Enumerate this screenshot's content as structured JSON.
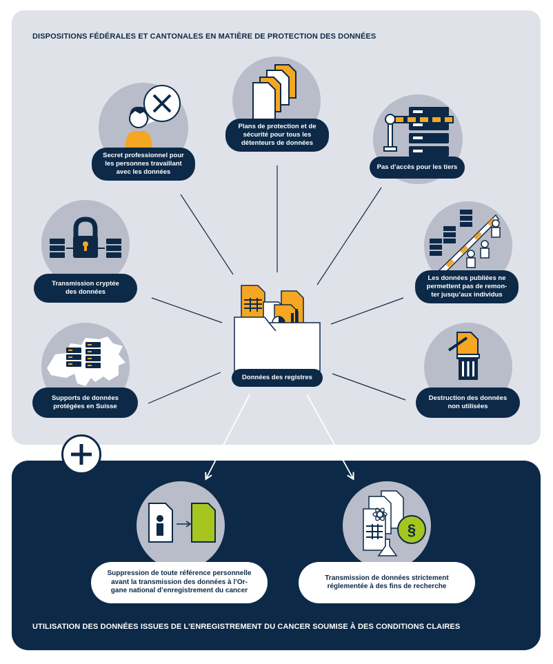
{
  "titles": {
    "top": "DISPOSITIONS FÉDÉRALES ET CANTONALES EN MATIÈRE DE PROTECTION DES DONNÉES",
    "bottom": "UTILISATION DES DONNÉES ISSUES DE L’ENREGISTREMENT DU CANCER SOUMISE À DES CONDITIONS CLAIRES"
  },
  "center": {
    "label": "Données des registres",
    "icon": "folder-documents-icon"
  },
  "measures": [
    {
      "label": "Secret professionnel pour\nles personnes travaillant\navec les données",
      "icon": "person-speech-x-icon"
    },
    {
      "label": "Plans de protection et de\nsécurité pour tous les\ndétenteurs de données",
      "icon": "documents-stack-icon"
    },
    {
      "label": "Pas d’accès pour les tiers",
      "icon": "barrier-server-icon"
    },
    {
      "label": "Transmission cryptée\ndes données",
      "icon": "padlock-servers-icon"
    },
    {
      "label": "Les données publiées ne\npermettent pas de remon-\nter jusqu’aux individus",
      "icon": "anonymized-people-icon"
    },
    {
      "label": "Supports de données\nprotégées en Suisse",
      "icon": "switzerland-map-icon"
    },
    {
      "label": "Destruction des données\nnon utilisées",
      "icon": "trash-bin-icon"
    }
  ],
  "conditions": [
    {
      "label": "Suppression de toute référence personnelle\navant la transmission des données à l’Or-\ngane national d’enregistrement du cancer",
      "icon": "document-anonymize-icon"
    },
    {
      "label": "Transmission de données strictement\nréglementée à des fins de recherche",
      "icon": "research-documents-law-icon"
    }
  ],
  "colors": {
    "navy": "#0c2947",
    "panel": "#e0e2e9",
    "circle": "#b9bcc9",
    "accent_orange": "#f5a623",
    "accent_green": "#a6c51f"
  }
}
